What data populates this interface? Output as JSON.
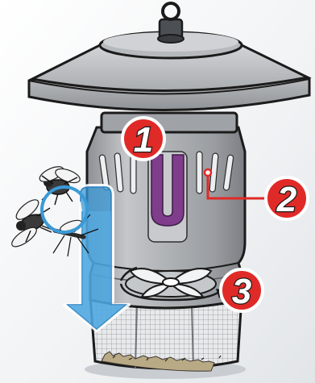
{
  "steps": [
    {
      "label": "1"
    },
    {
      "label": "2"
    },
    {
      "label": "3"
    }
  ],
  "colors": {
    "accent_red": "#e02a27",
    "uv_purple": "#7f3d8c",
    "airflow_blue": "#3a9ad8",
    "body_gray": "#a3a6aa",
    "outline": "#1b1b1b",
    "background": "#eef0f2"
  },
  "icons": {
    "insects": "fly-mosquito-icon",
    "airflow": "down-arrow-icon",
    "fan": "fan-icon"
  }
}
